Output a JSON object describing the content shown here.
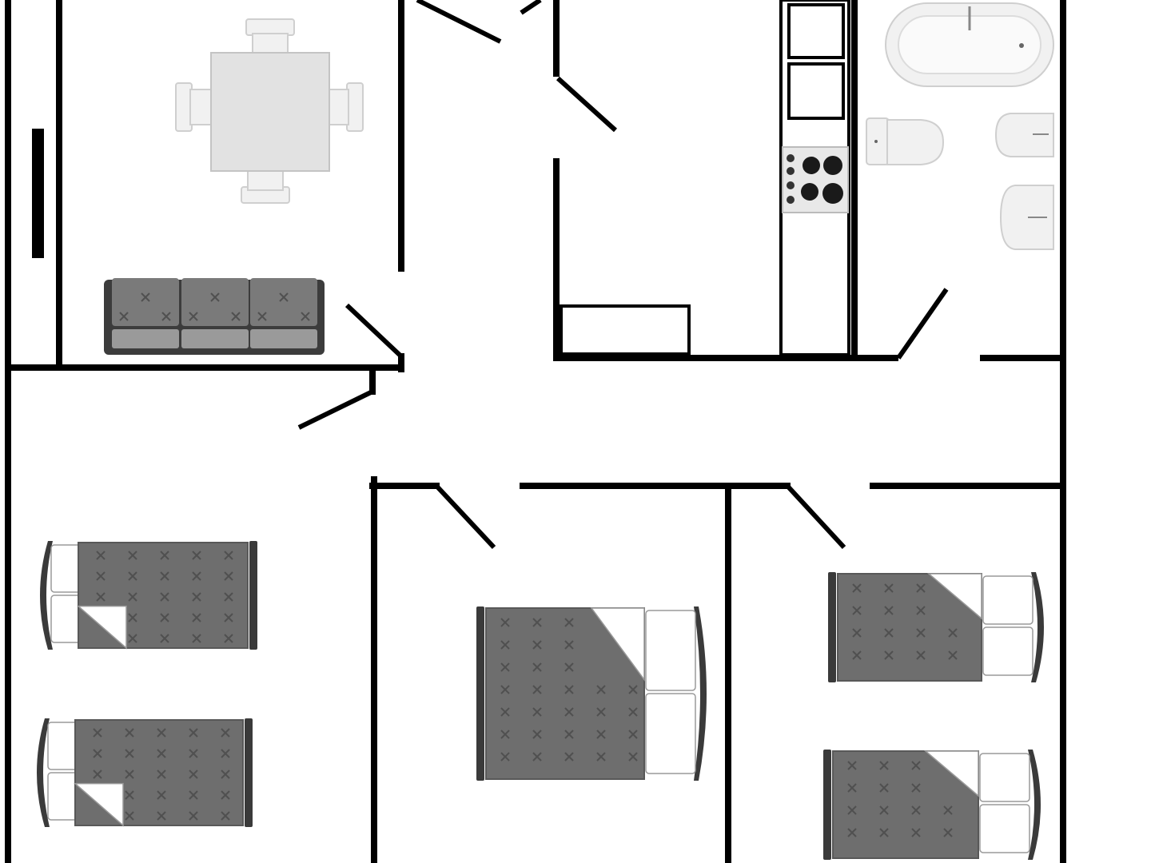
{
  "floor_plan": {
    "rooms": [
      {
        "id": "living-dining",
        "furniture": [
          "dining-table",
          "dining-chairs",
          "sofa",
          "wall-cabinet"
        ]
      },
      {
        "id": "hallway",
        "furniture": []
      },
      {
        "id": "kitchen",
        "furniture": [
          "counter",
          "cabinets",
          "stove",
          "storage-box"
        ]
      },
      {
        "id": "bathroom",
        "furniture": [
          "bathtub",
          "toilet",
          "bidet",
          "sink"
        ]
      },
      {
        "id": "bedroom-left",
        "furniture": [
          "single-bed",
          "single-bed"
        ]
      },
      {
        "id": "bedroom-middle",
        "furniture": [
          "double-bed"
        ]
      },
      {
        "id": "bedroom-right",
        "furniture": [
          "single-bed",
          "single-bed"
        ]
      }
    ],
    "colors": {
      "wall": "#000000",
      "quilt": "#6e6e6e",
      "bed_frame": "#3a3a3a",
      "fixture": "#f1f1f1",
      "sofa": "#7a7a7a"
    }
  }
}
